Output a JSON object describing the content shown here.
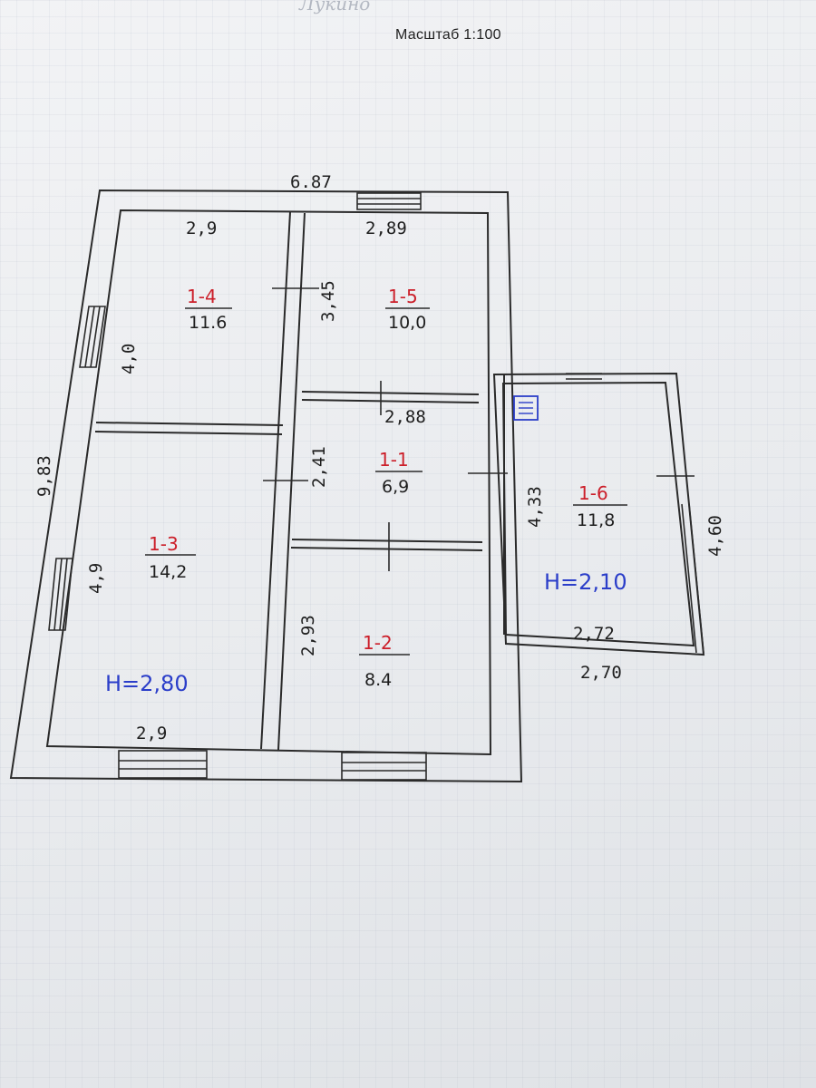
{
  "scale_label": "Масштаб 1:100",
  "header_text": "Лукино",
  "outer_dimensions": {
    "top_width": "6.87",
    "left_height": "9,83"
  },
  "rooms": [
    {
      "id": "1-4",
      "area": "11.6",
      "width": "2,9",
      "height": "4,0"
    },
    {
      "id": "1-5",
      "area": "10,0",
      "width": "2,89",
      "height": "3,45"
    },
    {
      "id": "1-1",
      "area": "6,9",
      "width": "2,88",
      "height": "2,41"
    },
    {
      "id": "1-3",
      "area": "14,2",
      "width": "2,9",
      "height": "4,9"
    },
    {
      "id": "1-2",
      "area": "8.4",
      "height": "2,93"
    },
    {
      "id": "1-6",
      "area": "11,8",
      "height_left": "4,33",
      "height_right": "4,60",
      "width_inner": "2,72",
      "width_outer": "2,70"
    }
  ],
  "ceiling_heights": {
    "main_house": "H=2,80",
    "annex": "H=2,10"
  },
  "colors": {
    "room_id": "#cc1f2a",
    "ceiling_height": "#2b3ec9",
    "lines": "#2a2a2a"
  }
}
